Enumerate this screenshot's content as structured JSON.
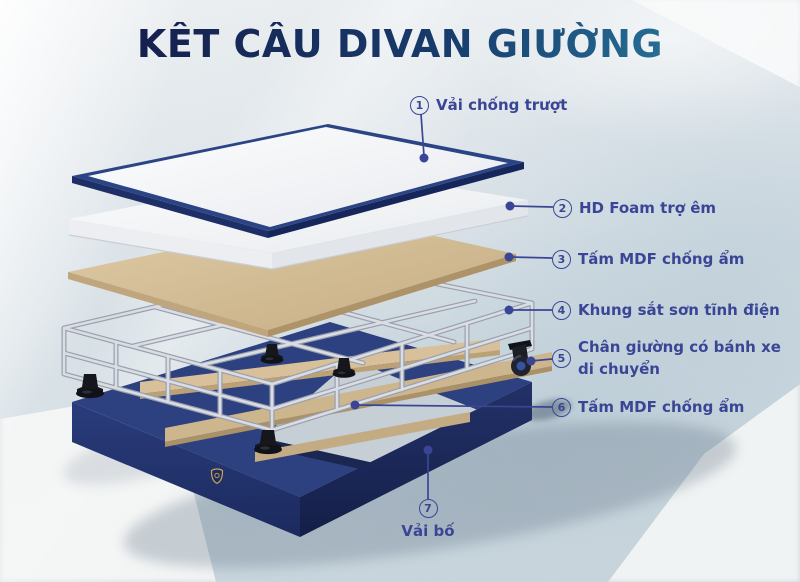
{
  "title": "KẾT CẤU DIVAN GIƯỜNG",
  "callouts": [
    {
      "num": "1",
      "text": "Vải chống trượt"
    },
    {
      "num": "2",
      "text": "HD Foam trợ êm"
    },
    {
      "num": "3",
      "text": "Tấm MDF chống ẩm"
    },
    {
      "num": "4",
      "text": "Khung sắt sơn tĩnh điện"
    },
    {
      "num": "5",
      "text": "Chân giường có bánh xe di chuyển"
    },
    {
      "num": "6",
      "text": "Tấm MDF chống ẩm"
    },
    {
      "num": "7",
      "text": "Vải bố"
    }
  ],
  "colors": {
    "accent": "#3a4695",
    "title_navy": "#16204e",
    "title_teal": "#2a7da2",
    "fabric_border_navy": "#2a4486",
    "base_navy": "#22346d",
    "mdf_tan": "#d5bd96",
    "foam_white": "#f6f7f9",
    "steel_gray": "#c6cbd4",
    "background": "#d6dfe4",
    "logo_gold": "#c9a25e"
  }
}
